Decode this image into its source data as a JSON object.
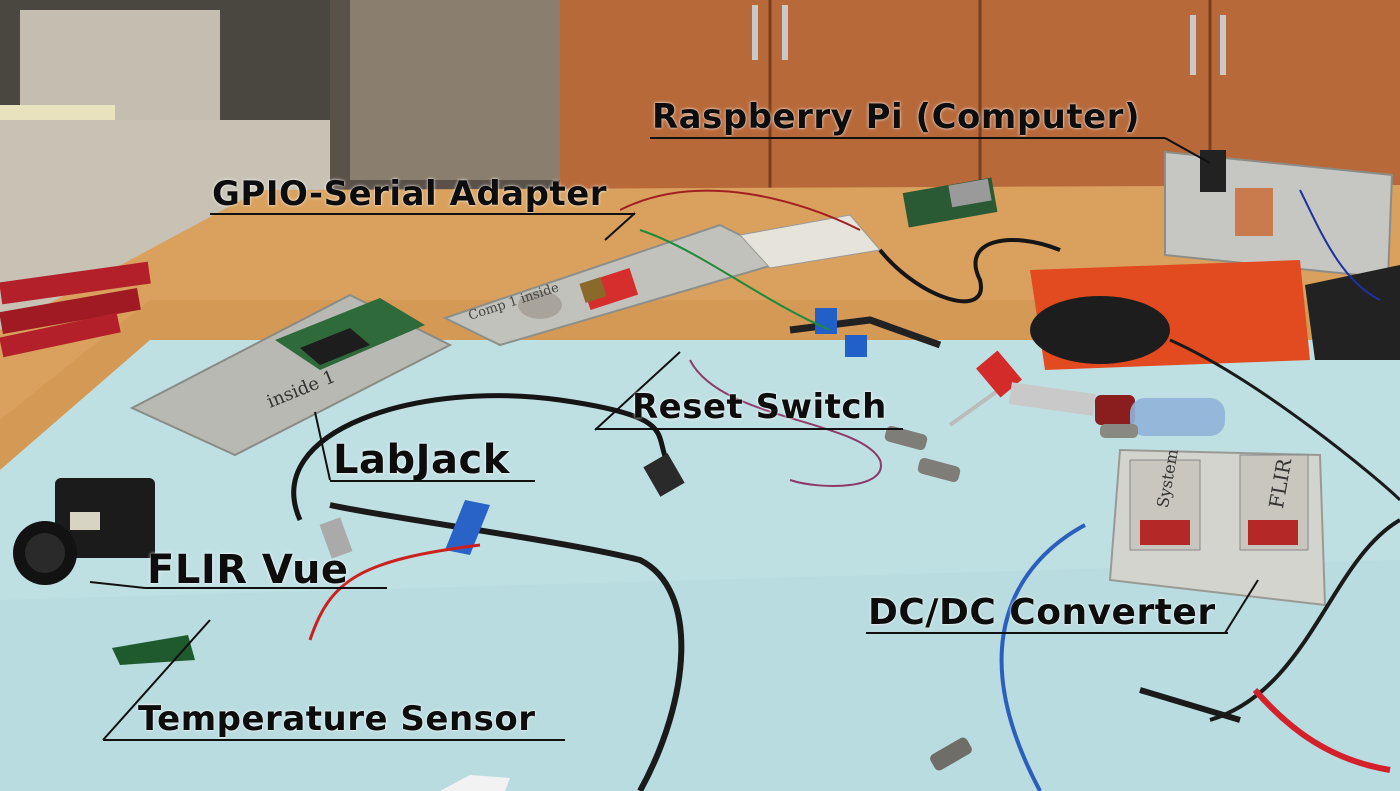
{
  "labels": {
    "raspberry_pi": "Raspberry Pi (Computer)",
    "gpio_serial": "GPIO-Serial Adapter",
    "reset_switch": "Reset Switch",
    "labjack": "LabJack",
    "flir_vue": "FLIR Vue",
    "dc_converter": "DC/DC Converter",
    "temperature_sensor": "Temperature Sensor"
  },
  "handwriting": {
    "labjack_plate": "inside 1",
    "adapter_plate": "Comp 1 inside",
    "converter_left": "System",
    "converter_right": "FLIR"
  },
  "colors": {
    "mat": "#bfe0e3",
    "bench": "#d9a15d",
    "cabinet": "#b8693a",
    "label_text": "#0d0d0d"
  }
}
